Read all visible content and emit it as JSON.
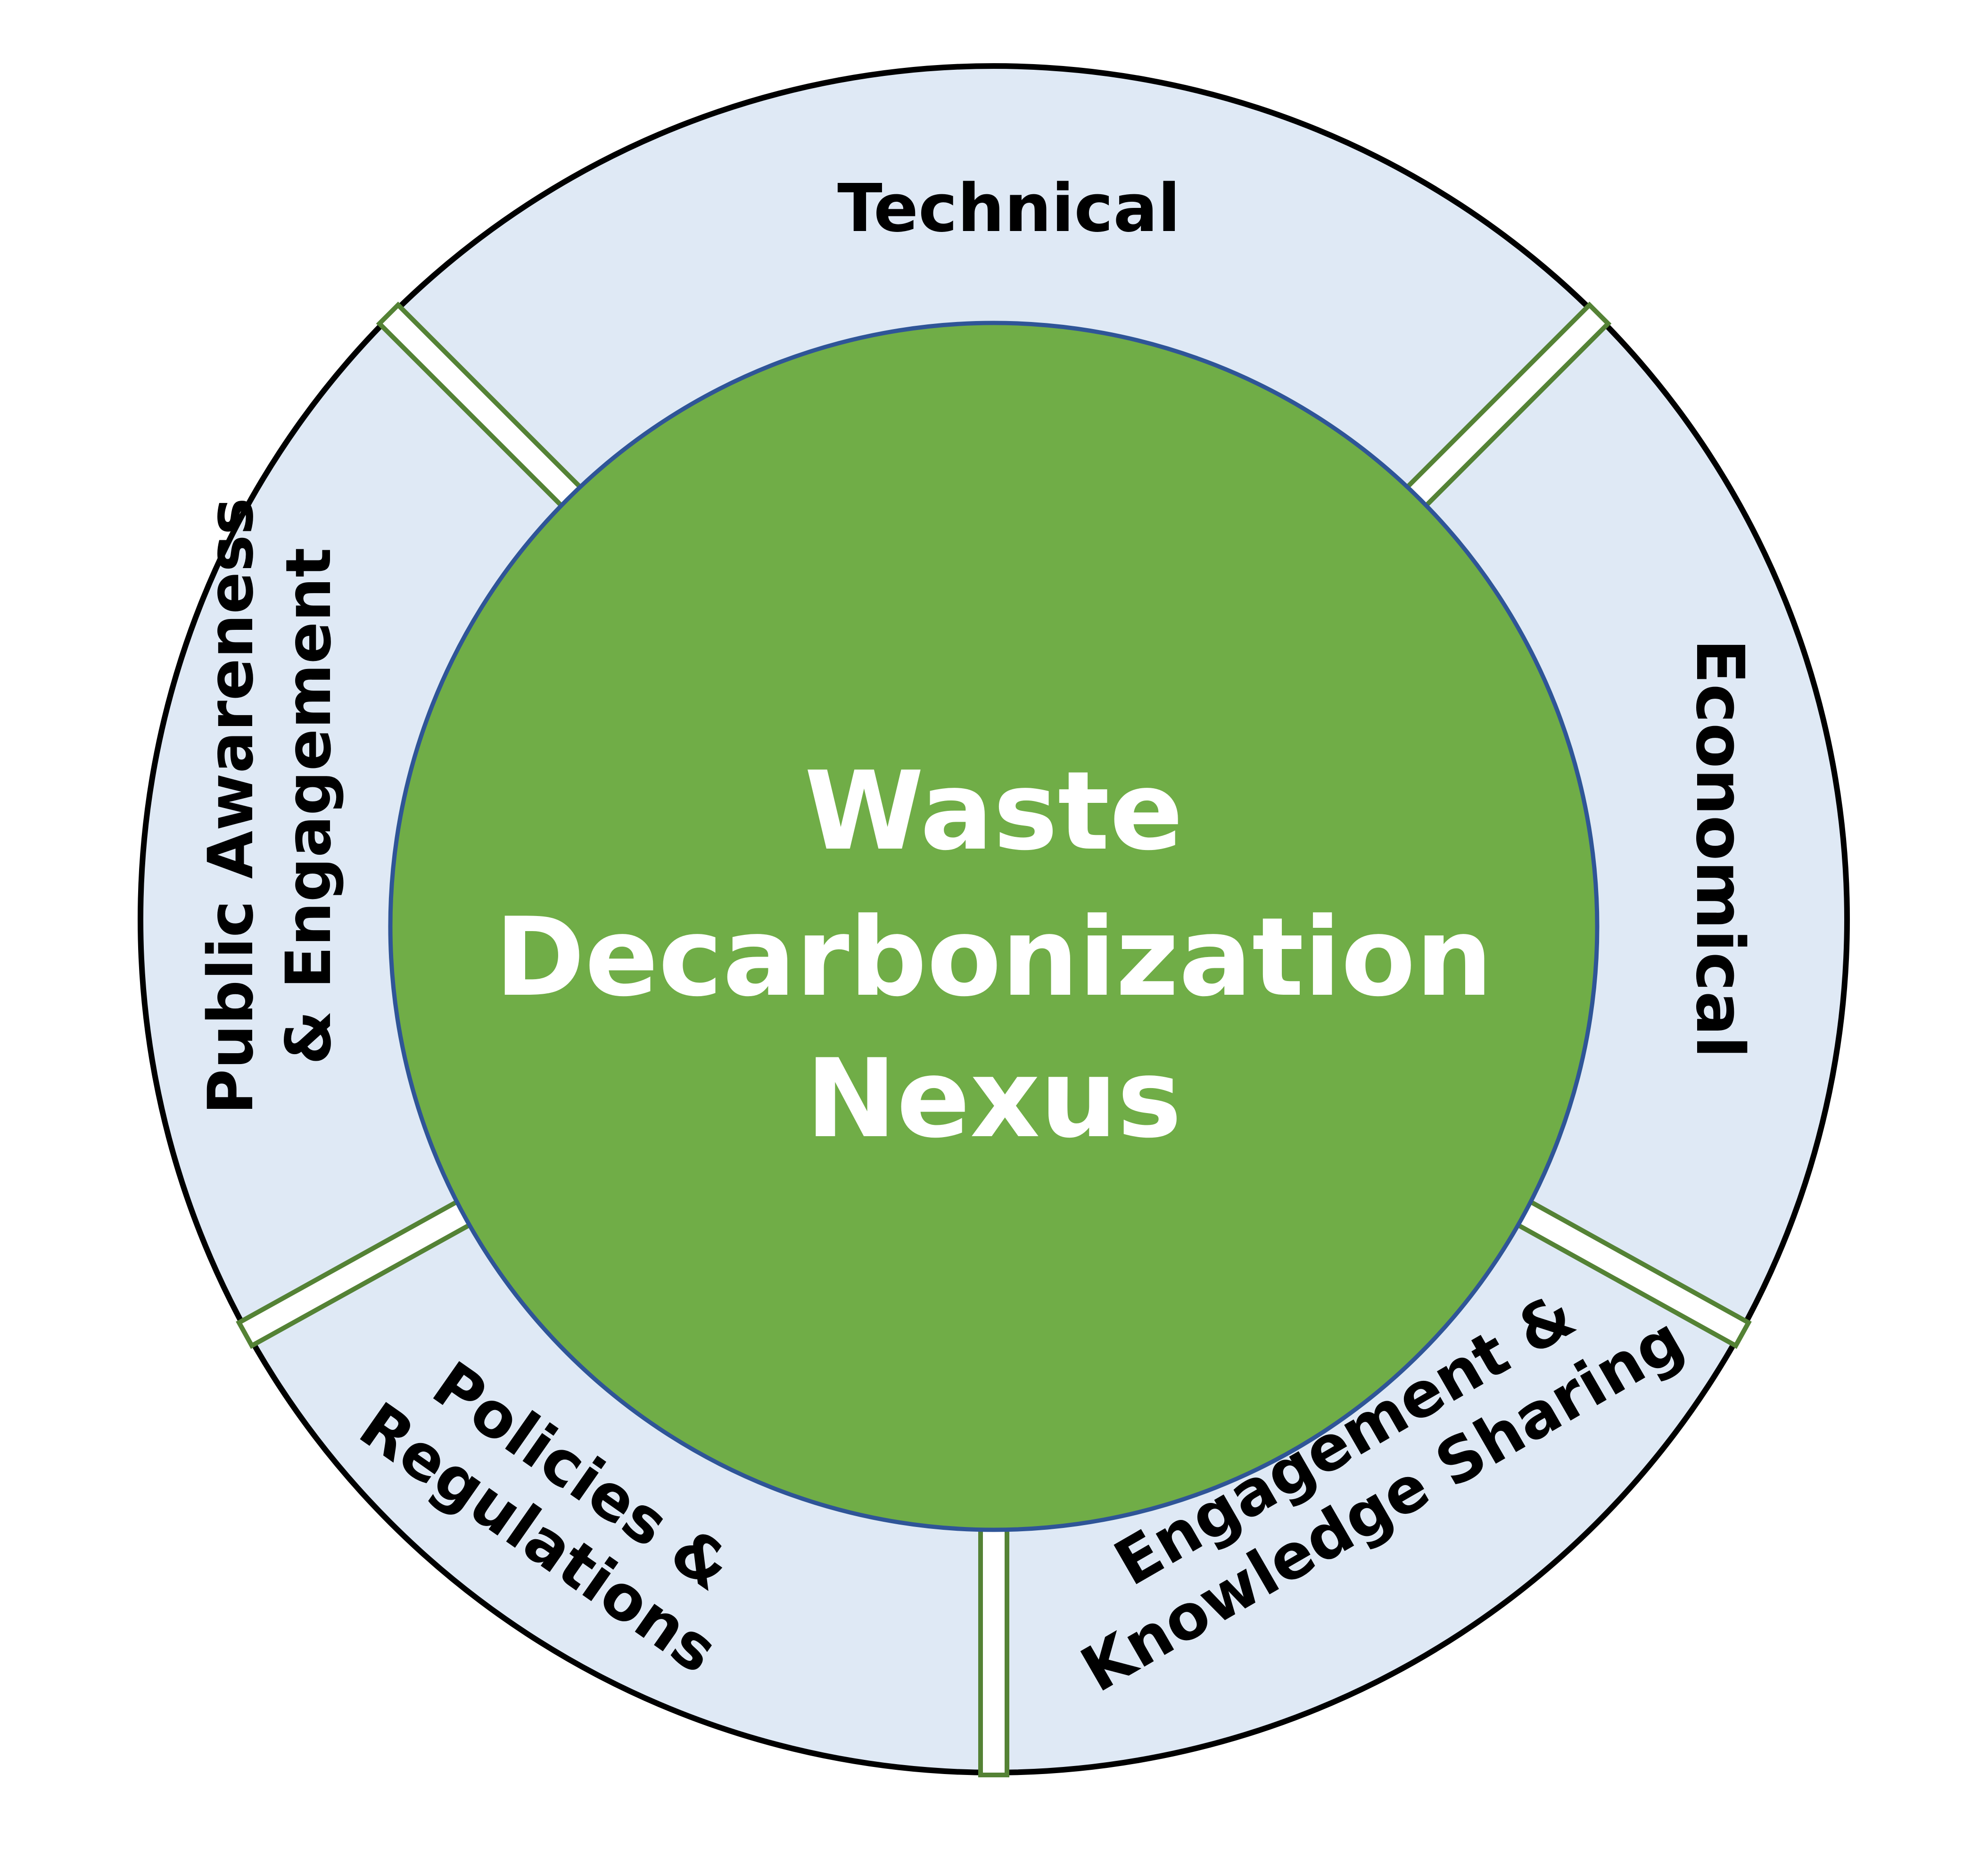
{
  "center": {
    "lines": [
      "Waste",
      "Decarbonization",
      "Nexus"
    ]
  },
  "segments": {
    "technical": "Technical",
    "economical": "Economical",
    "engagement_line1": "Engagement &",
    "engagement_line2": "Knowledge Sharing",
    "policies_line1": "Policies &",
    "policies_line2": "Regulations",
    "public_line1": "Public Awareness",
    "public_line2": "& Engagement"
  },
  "colors": {
    "ring_fill": "#dfe9f5",
    "ring_stroke": "#000000",
    "center_fill": "#70ad47",
    "center_stroke": "#2f5597",
    "center_text": "#ffffff",
    "divider_fill": "#ffffff",
    "divider_stroke": "#548235"
  }
}
